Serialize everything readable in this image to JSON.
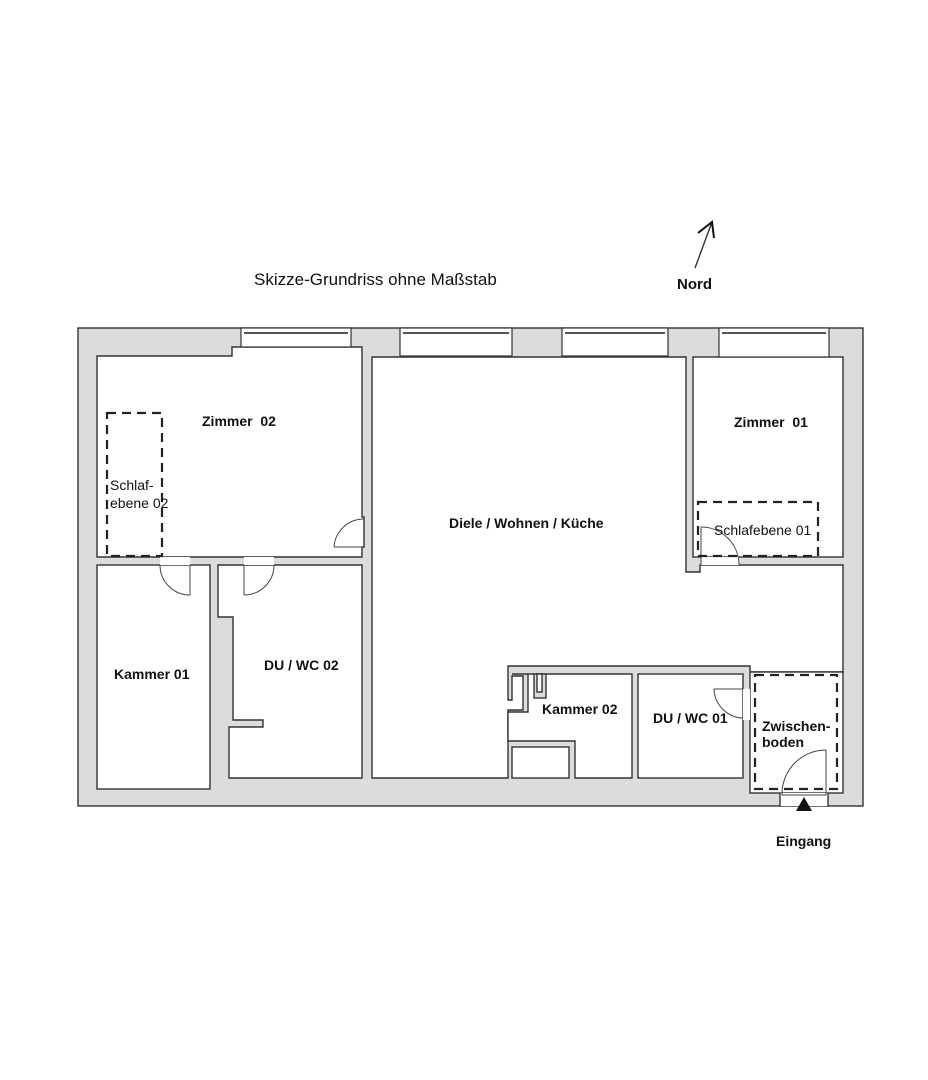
{
  "title": "Skizze-Grundriss ohne Maßstab",
  "compass": {
    "label": "Nord",
    "icon": "north-arrow-icon"
  },
  "entrance": {
    "label": "Eingang",
    "icon": "triangle-up-icon"
  },
  "rooms": {
    "zimmer_02": {
      "label": "Zimmer  02"
    },
    "schlafebene_02": {
      "line1": "Schlaf-",
      "line2": "ebene 02"
    },
    "diele": {
      "label": "Diele / Wohnen / Küche"
    },
    "zimmer_01": {
      "label": "Zimmer  01"
    },
    "schlafebene_01": {
      "label": "Schlafebene 01"
    },
    "kammer_01": {
      "label": "Kammer 01"
    },
    "du_wc_02": {
      "label": "DU / WC 02"
    },
    "kammer_02": {
      "label": "Kammer 02"
    },
    "du_wc_01": {
      "label": "DU / WC 01"
    },
    "zwischenboden": {
      "line1": "Zwischen-",
      "line2": "boden"
    }
  },
  "colors": {
    "wall_fill": "#dcdcdc",
    "wall_stroke": "#333333",
    "background": "#ffffff"
  }
}
